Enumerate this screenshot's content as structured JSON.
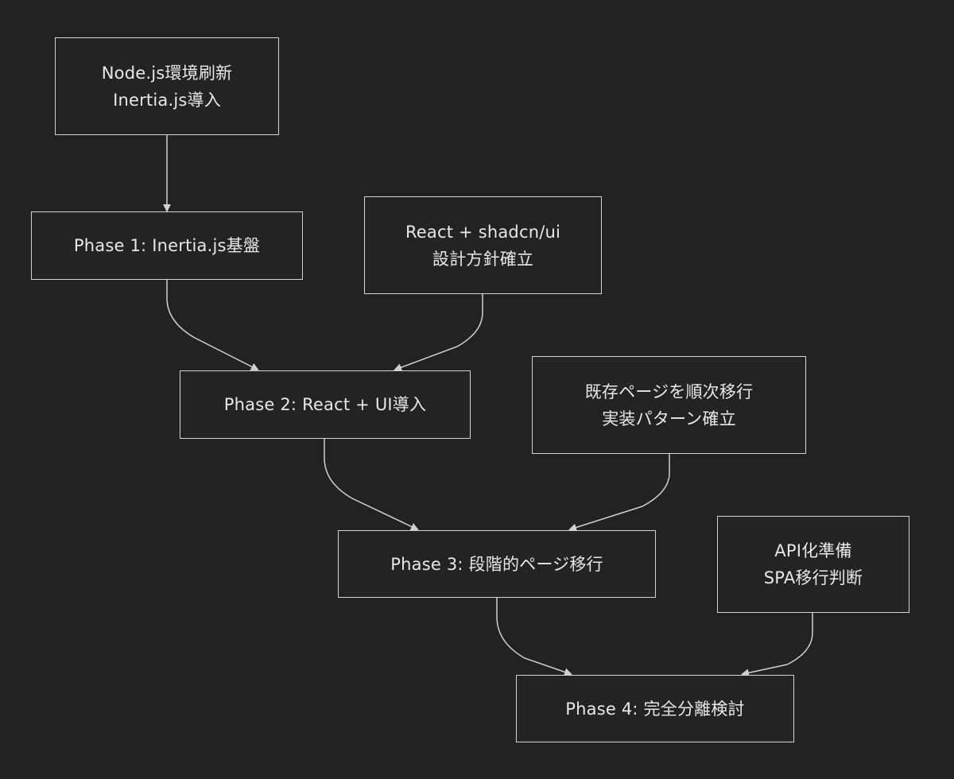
{
  "diagram": {
    "type": "flowchart",
    "colors": {
      "background": "#222222",
      "node_fill": "#232323",
      "node_border": "#d4d4d4",
      "edge": "#d0d0d0",
      "text": "#e8e8e8"
    },
    "nodes": {
      "prep_env": {
        "line1": "Node.js環境刷新",
        "line2": "Inertia.js導入"
      },
      "phase1": {
        "label": "Phase 1: Inertia.js基盤"
      },
      "design_policy": {
        "line1": "React + shadcn/ui",
        "line2": "設計方針確立"
      },
      "phase2": {
        "label": "Phase 2: React + UI導入"
      },
      "migration_impl": {
        "line1": "既存ページを順次移行",
        "line2": "実装パターン確立"
      },
      "phase3": {
        "label": "Phase 3: 段階的ページ移行"
      },
      "api_prep": {
        "line1": "API化準備",
        "line2": "SPA移行判断"
      },
      "phase4": {
        "label": "Phase 4: 完全分離検討"
      }
    },
    "edges": [
      {
        "from": "prep_env",
        "to": "phase1"
      },
      {
        "from": "phase1",
        "to": "phase2"
      },
      {
        "from": "design_policy",
        "to": "phase2"
      },
      {
        "from": "phase2",
        "to": "phase3"
      },
      {
        "from": "migration_impl",
        "to": "phase3"
      },
      {
        "from": "phase3",
        "to": "phase4"
      },
      {
        "from": "api_prep",
        "to": "phase4"
      }
    ]
  }
}
